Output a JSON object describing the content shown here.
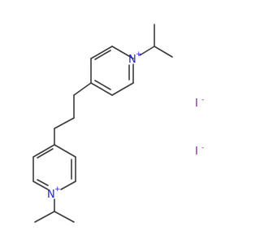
{
  "structure": {
    "cation_top": {
      "element": "N",
      "charge": "+"
    },
    "cation_bottom": {
      "element": "N",
      "charge": "+"
    },
    "counterions": [
      {
        "element": "I",
        "charge": "-"
      },
      {
        "element": "I",
        "charge": "-"
      }
    ]
  },
  "colors": {
    "bond": "#3a3a3a",
    "nitrogen": "#1f1fd6",
    "iodine": "#8b1ea8"
  }
}
